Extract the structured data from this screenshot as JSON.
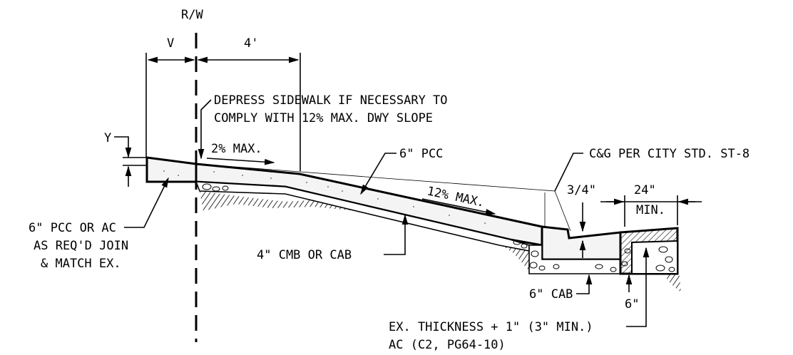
{
  "labels": {
    "rw": "R/W",
    "v": "V",
    "four_ft": "4'",
    "y": "Y",
    "depress_1": "DEPRESS SIDEWALK IF NECESSARY TO",
    "depress_2": "COMPLY WITH 12% MAX. DWY SLOPE",
    "two_pct": "2% MAX.",
    "six_pcc": "6\" PCC",
    "cg": "C&G PER CITY STD. ST-8",
    "twelve_pct": "12% MAX.",
    "three_quarter": "3/4\"",
    "twentyfour": "24\"",
    "min": "MIN.",
    "pcc_ac_1": "6\" PCC OR AC",
    "pcc_ac_2": "AS REQ'D JOIN",
    "pcc_ac_3": "& MATCH EX.",
    "cmb": "4\" CMB OR CAB",
    "six_cab": "6\" CAB",
    "six_in": "6\"",
    "ex_1": "EX. THICKNESS + 1\" (3\" MIN.)",
    "ex_2": "AC (C2, PG64-10)"
  }
}
